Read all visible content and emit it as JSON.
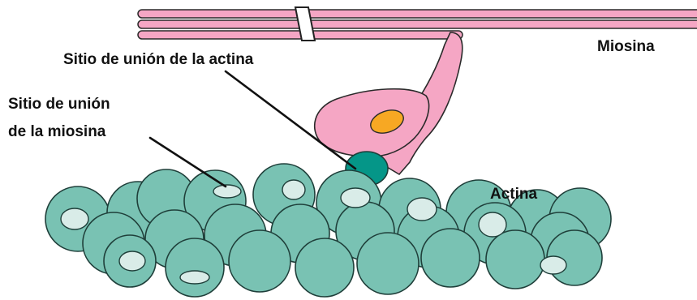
{
  "labels": {
    "miosina": "Miosina",
    "actin_binding_site": "Sitio de unión de la actina",
    "myosin_binding_site_line1": "Sitio de unión",
    "myosin_binding_site_line2": "de la miosina",
    "actina": "Actina"
  },
  "colors": {
    "myosin_fill": "#f5a6c4",
    "myosin_stroke": "#2a2a2a",
    "actin_fill": "#79c2b3",
    "actin_site_fill": "#d9ece8",
    "actin_binding_site_fill": "#059688",
    "atp_site_fill": "#f7a823"
  }
}
